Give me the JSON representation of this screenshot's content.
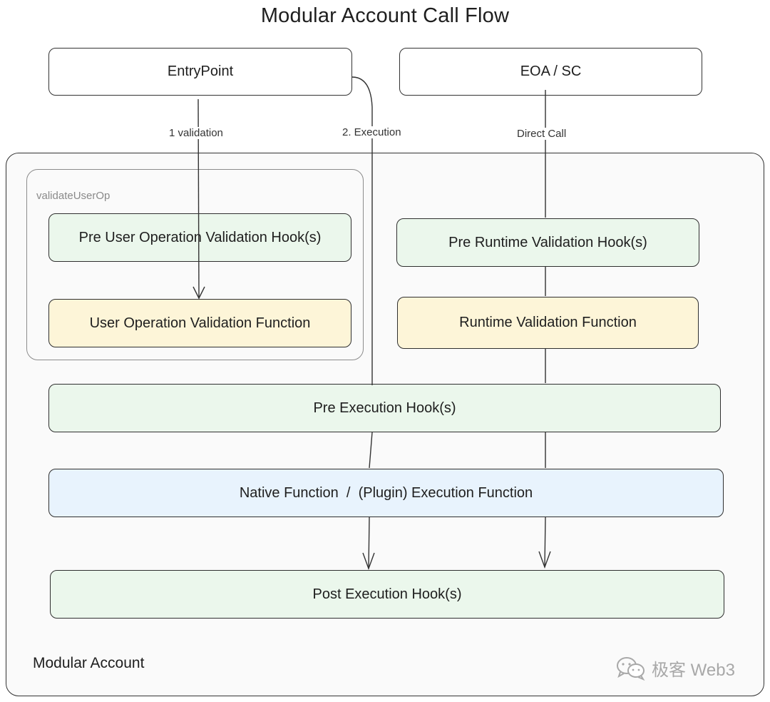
{
  "title": "Modular Account Call Flow",
  "nodes": {
    "entrypoint": "EntryPoint",
    "eoa_sc": "EOA / SC",
    "pre_user_op_validation_hooks": "Pre User Operation Validation Hook(s)",
    "user_op_validation_function": "User Operation Validation Function",
    "pre_runtime_validation_hooks": "Pre Runtime Validation Hook(s)",
    "runtime_validation_function": "Runtime Validation Function",
    "pre_execution_hooks": "Pre Execution Hook(s)",
    "native_plugin_execution_function": "Native Function  /  (Plugin) Execution Function",
    "post_execution_hooks": "Post Execution Hook(s)"
  },
  "groups": {
    "validate_user_op": "validateUserOp",
    "modular_account": "Modular Account"
  },
  "edges": {
    "validation": "1 validation",
    "execution": "2. Execution",
    "direct_call": "Direct Call"
  },
  "watermark": {
    "text": "极客 Web3",
    "icon": "wechat-icon"
  },
  "colors": {
    "hook_fill": "#ebf7ec",
    "validation_function_fill": "#fdf5d8",
    "execution_function_fill": "#e8f3fd",
    "container_fill": "#fafafa"
  }
}
